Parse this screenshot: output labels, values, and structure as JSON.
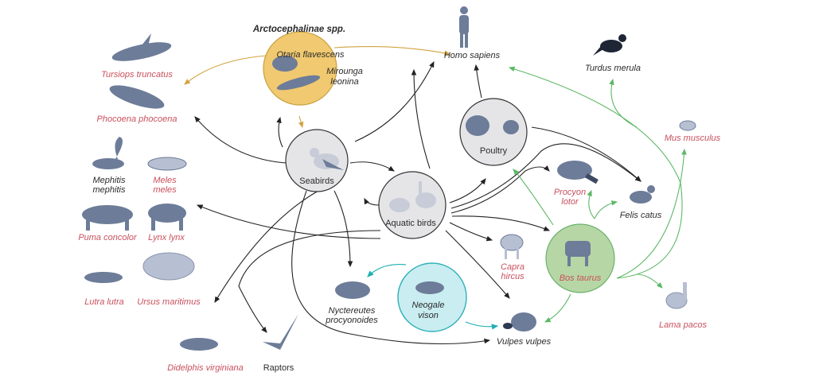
{
  "groups": {
    "arctocephalinae": {
      "title": "Arctocephalinae spp.",
      "members": [
        "Otaria flavescens",
        "Mirounga",
        "leonina"
      ],
      "color": "#f0c970"
    },
    "seabirds": {
      "label": "Seabirds",
      "color": "#e5e5e8"
    },
    "aquatic_birds": {
      "label": "Aquatic birds",
      "color": "#e5e5e8"
    },
    "poultry": {
      "label": "Poultry",
      "color": "#e5e5e8"
    },
    "bos": {
      "label": "Bos taurus",
      "color": "#b6d7a5"
    },
    "neogale": {
      "label1": "Neogale",
      "label2": "vison",
      "color": "#c9edf0"
    }
  },
  "species": {
    "homo": "Homo sapiens",
    "turdus": "Turdus merula",
    "tursiops": "Tursiops truncatus",
    "phocoena": "Phocoena phocoena",
    "mephitis1": "Mephitis",
    "mephitis2": "mephitis",
    "meles1": "Meles",
    "meles2": "meles",
    "puma": "Puma concolor",
    "lynx": "Lynx lynx",
    "lutra": "Lutra lutra",
    "ursus": "Ursus maritimus",
    "procyon1": "Procyon",
    "procyon2": "lotor",
    "felis": "Felis catus",
    "mus": "Mus musculus",
    "capra1": "Capra",
    "capra2": "hircus",
    "nyct1": "Nyctereutes",
    "nyct2": "procyonoides",
    "vulpes": "Vulpes vulpes",
    "lama": "Lama pacos",
    "didelphis": "Didelphis virginiana",
    "raptors": "Raptors"
  },
  "colors": {
    "highlight_label": "#c9505c",
    "normal_label": "#2b2b2b",
    "seal_arrow": "#d1a340",
    "cattle_arrow": "#5cb865",
    "mink_arrow": "#1fb0b2",
    "bird_arrow": "#222222"
  }
}
